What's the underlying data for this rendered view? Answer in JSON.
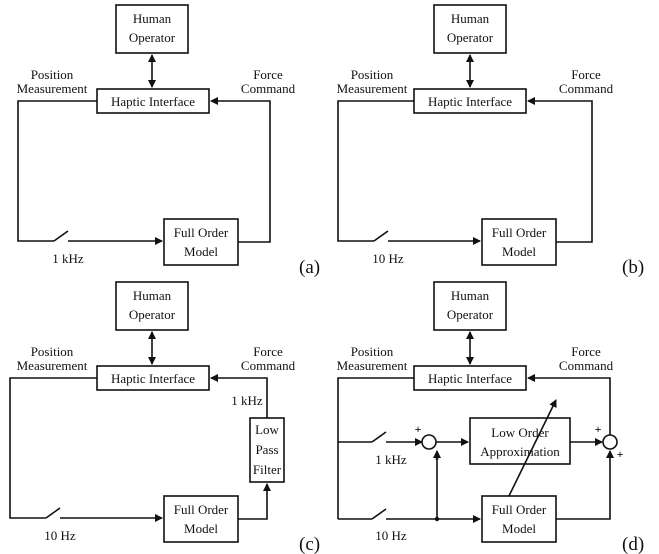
{
  "panels": {
    "a": {
      "label": "(a)",
      "operator": [
        "Human",
        "Operator"
      ],
      "haptic": "Haptic Interface",
      "position": [
        "Position",
        "Measurement"
      ],
      "force": [
        "Force",
        "Command"
      ],
      "model": [
        "Full Order",
        "Model"
      ],
      "rate": "1 kHz"
    },
    "b": {
      "label": "(b)",
      "operator": [
        "Human",
        "Operator"
      ],
      "haptic": "Haptic Interface",
      "position": [
        "Position",
        "Measurement"
      ],
      "force": [
        "Force",
        "Command"
      ],
      "model": [
        "Full Order",
        "Model"
      ],
      "rate": "10 Hz"
    },
    "c": {
      "label": "(c)",
      "operator": [
        "Human",
        "Operator"
      ],
      "haptic": "Haptic Interface",
      "position": [
        "Position",
        "Measurement"
      ],
      "force": [
        "Force",
        "Command"
      ],
      "model": [
        "Full Order",
        "Model"
      ],
      "rate": "10 Hz",
      "filter": [
        "Low",
        "Pass",
        "Filter"
      ],
      "filter_rate": "1 kHz"
    },
    "d": {
      "label": "(d)",
      "operator": [
        "Human",
        "Operator"
      ],
      "haptic": "Haptic Interface",
      "position": [
        "Position",
        "Measurement"
      ],
      "force": [
        "Force",
        "Command"
      ],
      "model": [
        "Full Order",
        "Model"
      ],
      "rate_fast": "1 kHz",
      "rate_slow": "10 Hz",
      "approx": [
        "Low Order",
        "Approximation"
      ],
      "signs": {
        "plus_left": "+",
        "minus_left": "-",
        "plus_right_top": "+",
        "plus_right_bottom": "+"
      }
    }
  }
}
